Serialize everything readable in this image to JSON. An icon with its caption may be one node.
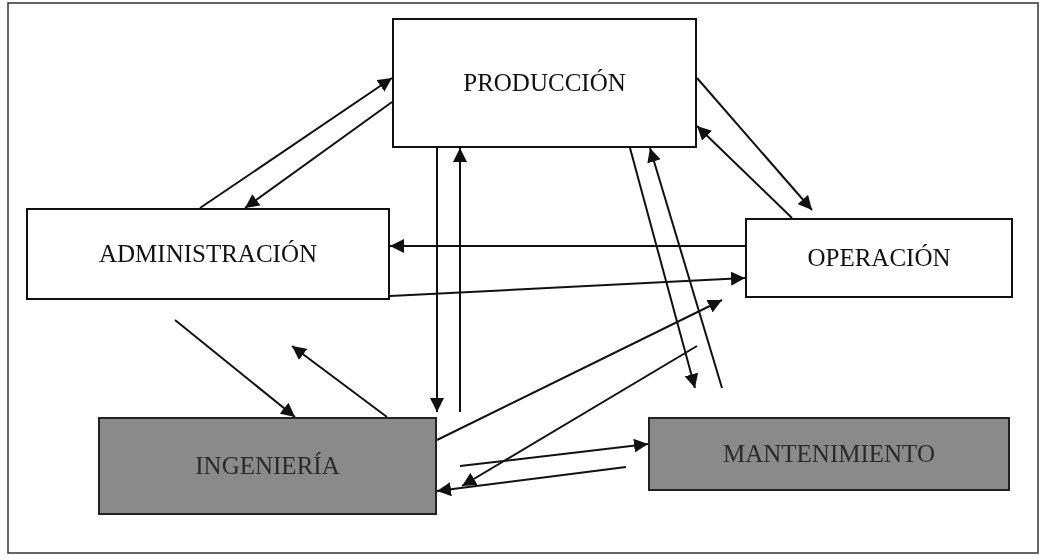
{
  "diagram": {
    "nodes": [
      {
        "text": [
          "PRODUCCIÓN"
        ]
      },
      {
        "text": [
          "ADMINISTRACIÓN"
        ]
      },
      {
        "text": [
          "OPERACIÓN"
        ]
      },
      {
        "text": [
          "INGENIERÍA"
        ]
      },
      {
        "text": [
          "MANTENIMIENTO"
        ]
      }
    ],
    "edges": [
      {
        "from": 1,
        "to": 0,
        "arrow": "to"
      },
      {
        "from": 0,
        "to": 1,
        "arrow": "to"
      },
      {
        "from": 0,
        "to": 2,
        "arrow": "to"
      },
      {
        "from": 2,
        "to": 0,
        "arrow": "to"
      },
      {
        "from": 2,
        "to": 1,
        "arrow": "to"
      },
      {
        "from": 1,
        "to": 2,
        "arrow": "to"
      },
      {
        "from": 0,
        "to": 3,
        "arrow": "to"
      },
      {
        "from": 3,
        "to": 0,
        "arrow": "to"
      },
      {
        "from": 0,
        "to": 4,
        "arrow": "to"
      },
      {
        "from": 4,
        "to": 0,
        "arrow": "to"
      },
      {
        "from": 1,
        "to": 3,
        "arrow": "to"
      },
      {
        "from": 3,
        "to": 1,
        "arrow": "to"
      },
      {
        "from": 3,
        "to": 2,
        "arrow": "to"
      },
      {
        "from": 2,
        "to": 3,
        "arrow": "to"
      },
      {
        "from": 3,
        "to": 4,
        "arrow": "to"
      },
      {
        "from": 4,
        "to": 3,
        "arrow": "to"
      }
    ]
  }
}
